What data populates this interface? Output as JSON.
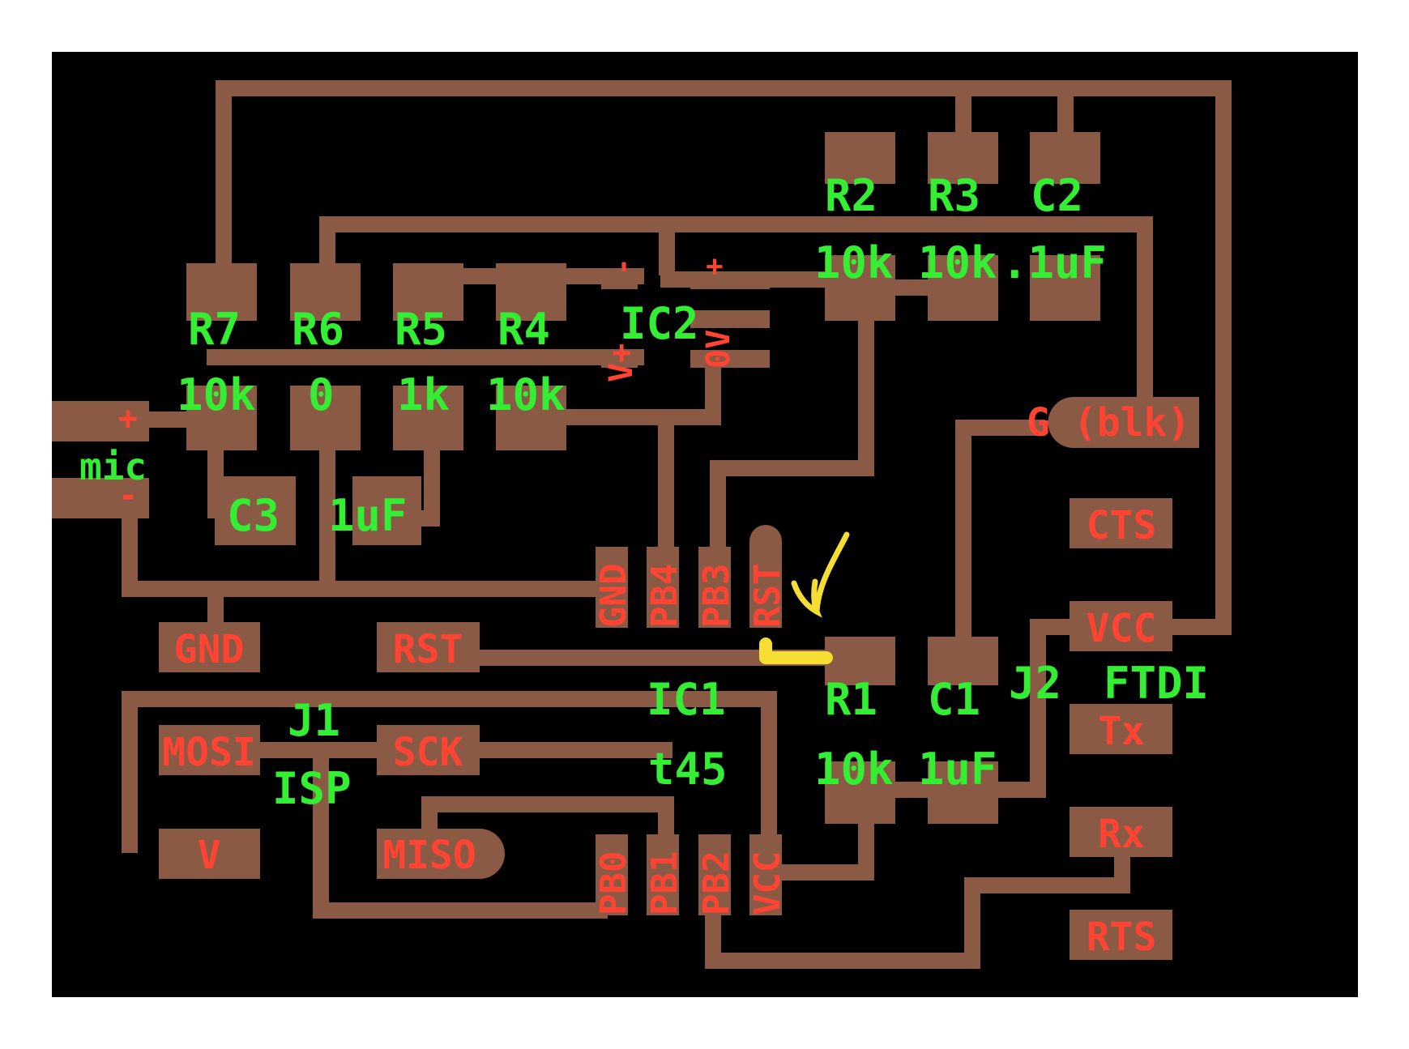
{
  "components": {
    "r7": {
      "ref": "R7",
      "value": "10k"
    },
    "r6": {
      "ref": "R6",
      "value": "0"
    },
    "r5": {
      "ref": "R5",
      "value": "1k"
    },
    "r4": {
      "ref": "R4",
      "value": "10k"
    },
    "r2": {
      "ref": "R2",
      "value": "10k"
    },
    "r3": {
      "ref": "R3",
      "value": "10k"
    },
    "c2": {
      "ref": "C2",
      "value": ".1uF"
    },
    "c3": {
      "ref": "C3",
      "value": "1uF"
    },
    "r1": {
      "ref": "R1",
      "value": "10k"
    },
    "c1": {
      "ref": "C1",
      "value": "1uF"
    },
    "ic2": {
      "ref": "IC2"
    },
    "ic1": {
      "ref": "IC1",
      "value": "t45"
    },
    "j1": {
      "ref": "J1",
      "value": "ISP"
    },
    "j2": {
      "ref": "J2",
      "value": "FTDI"
    },
    "mic": {
      "ref": "mic"
    }
  },
  "pads": {
    "gnd": "GND",
    "rst": "RST",
    "mosi": "MOSI",
    "sck": "SCK",
    "miso": "MISO",
    "v": "V",
    "g_blk": "G (blk)",
    "cts": "CTS",
    "vcc": "VCC",
    "tx": "Tx",
    "rx": "Rx",
    "rts": "RTS",
    "mic_plus": "+",
    "mic_minus": "-"
  },
  "pins": {
    "ic1_top": [
      "GND",
      "PB4",
      "PB3",
      "RST"
    ],
    "ic1_bottom": [
      "PB0",
      "PB1",
      "PB2",
      "VCC"
    ],
    "ic2": [
      "V+",
      "0V",
      "-",
      "+"
    ]
  },
  "colors": {
    "board": "#000000",
    "copper": "#8a5a45",
    "label": "#33ee33",
    "pad_label": "#ff4433",
    "annotation": "#f5dd33"
  }
}
